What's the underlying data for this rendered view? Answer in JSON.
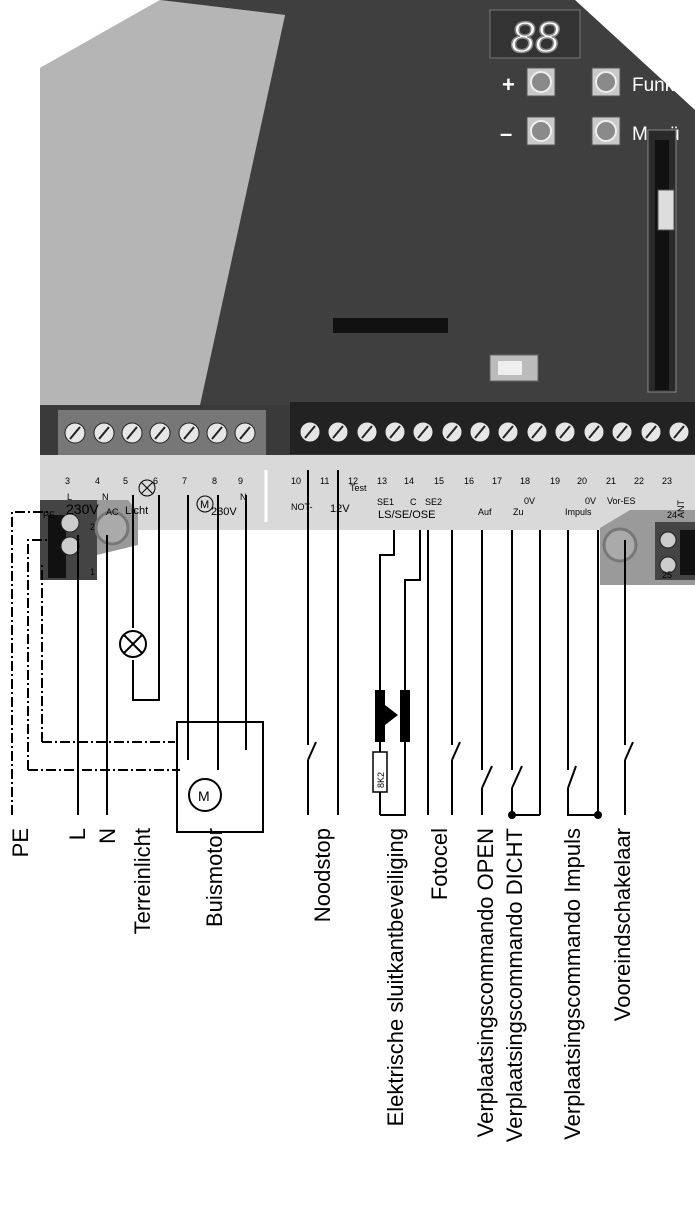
{
  "display": {
    "value": "88"
  },
  "buttons": {
    "plus": "+",
    "minus": "–",
    "funk": "Funk",
    "menu": "Menü"
  },
  "terminals_power": {
    "pe": "PE",
    "n2": "2",
    "n1": "1",
    "t3": "3",
    "t4": "4",
    "t5": "5",
    "t6": "6",
    "t7": "7",
    "t8": "8",
    "t9": "9",
    "l": "L",
    "n": "N",
    "v230ac_main": "230V",
    "ac": "AC",
    "licht": "Licht",
    "v230_motor": "230V",
    "motor_n": "N"
  },
  "terminals_control": {
    "t10": "10",
    "t11": "11",
    "t12": "12",
    "test": "Test",
    "t13": "13",
    "t14": "14",
    "t15": "15",
    "t16": "16",
    "t17": "17",
    "t18": "18",
    "t19": "19",
    "t20": "20",
    "t21": "21",
    "t22": "22",
    "t23": "23",
    "not": "NOT-",
    "v12": "12V",
    "se1": "SE1",
    "c": "C",
    "se2": "SE2",
    "lsseose": "LS/SE/OSE",
    "auf": "Auf",
    "zu": "Zu",
    "ov1": "0V",
    "ov2": "0V",
    "impuls": "Impuls",
    "vores": "Vor-ES",
    "ant": "ANT",
    "t24": "24",
    "t25": "25"
  },
  "component_labels": {
    "resistor": "8K2",
    "motor": "M"
  },
  "labels": [
    "PE",
    "L",
    "N",
    "Terreinlicht",
    "Buismotor",
    "Noodstop",
    "Elektrische sluitkantbeveiliging",
    "Fotocel",
    "Verplaatsingscommando OPEN",
    "Verplaatsingscommando DICHT",
    "Verplaatsingscommando Impuls",
    "Vooreindschakelaar"
  ]
}
